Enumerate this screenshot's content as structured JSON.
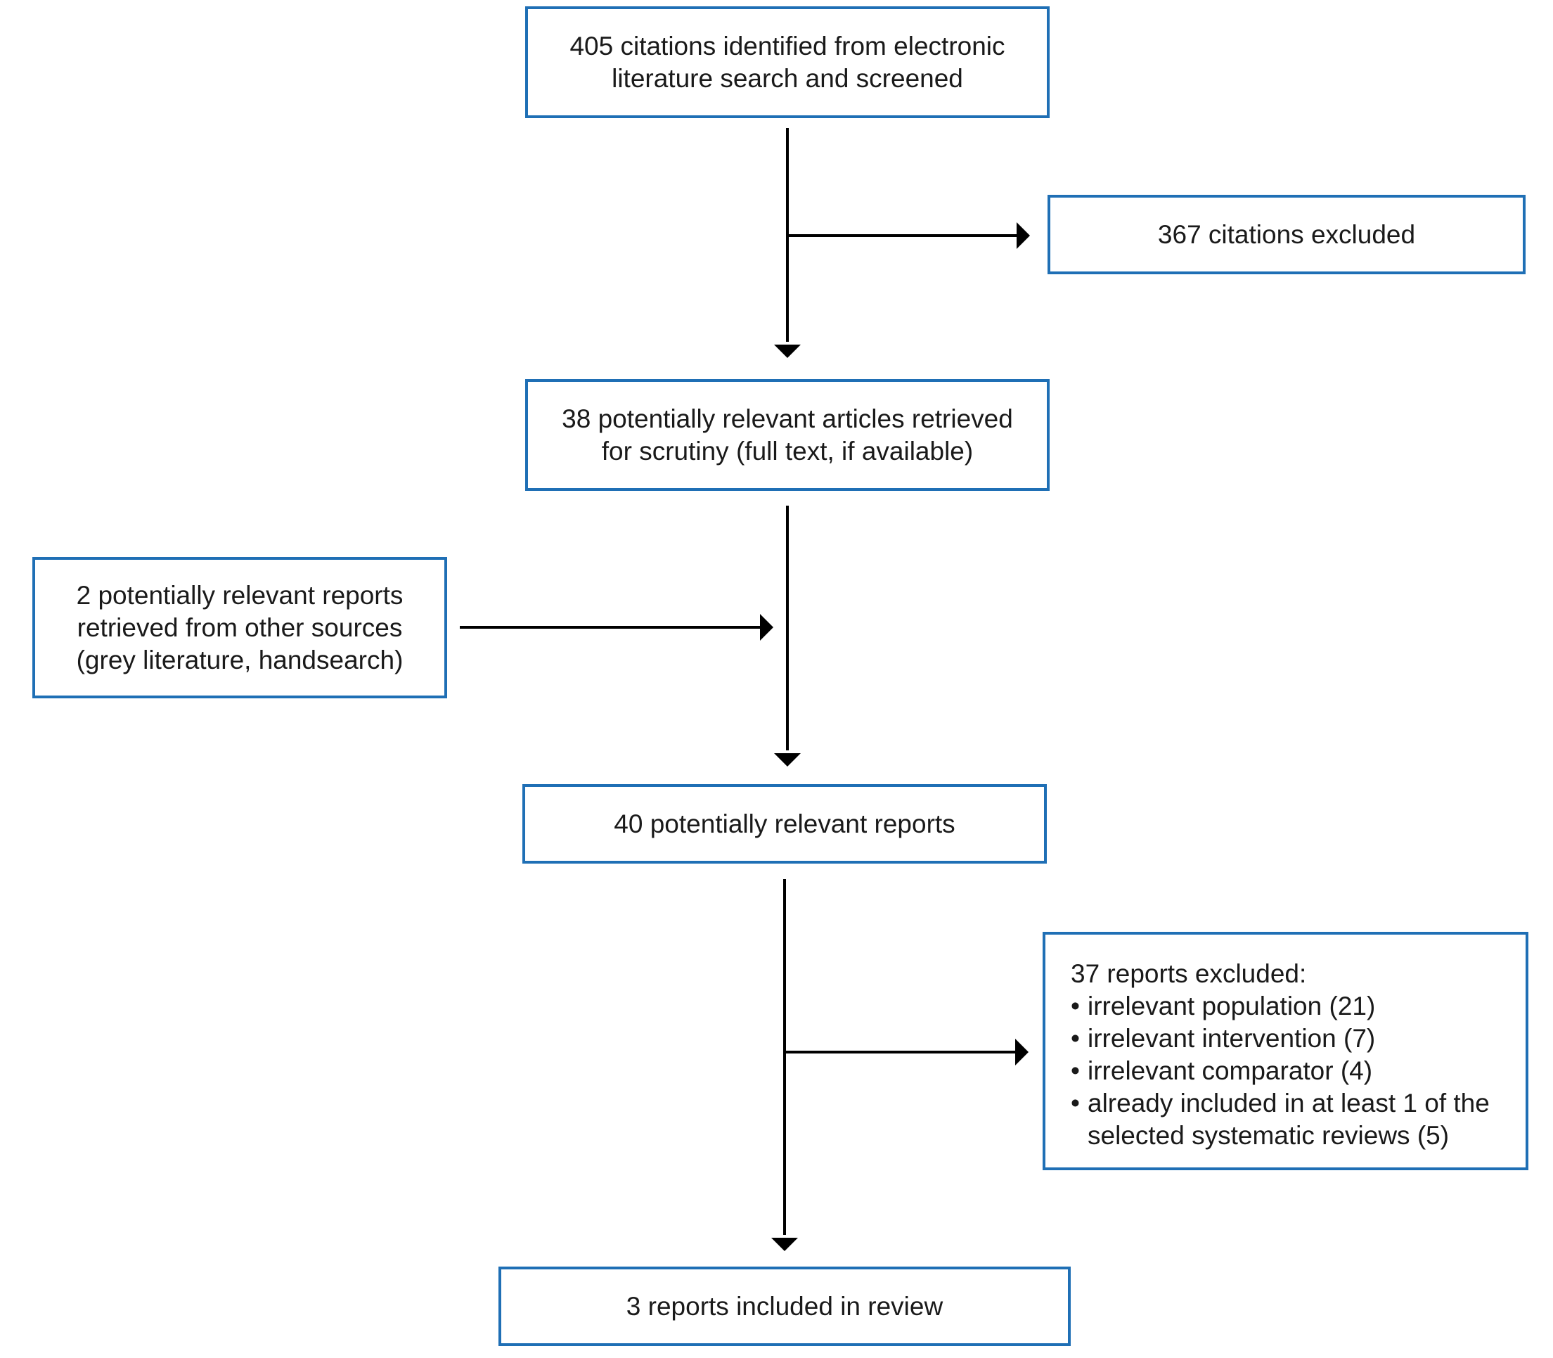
{
  "flowchart": {
    "identified": {
      "lines": [
        "405 citations identified from electronic",
        "literature search and screened"
      ]
    },
    "excluded_citations": {
      "text": "367 citations excluded"
    },
    "retrieved": {
      "lines": [
        "38 potentially relevant articles retrieved",
        "for scrutiny (full text, if available)"
      ]
    },
    "other_sources": {
      "lines": [
        "2 potentially relevant reports",
        "retrieved from other sources",
        "(grey literature, handsearch)"
      ]
    },
    "potentially_relevant": {
      "text": "40 potentially relevant reports"
    },
    "excluded_reports": {
      "heading": "37 reports excluded:",
      "bullet": "•",
      "reasons": [
        [
          "irrelevant population (21)"
        ],
        [
          "irrelevant intervention (7)"
        ],
        [
          "irrelevant comparator (4)"
        ],
        [
          "already included in at least 1 of the",
          "selected systematic reviews (5)"
        ]
      ]
    },
    "included": {
      "text": "3 reports included in review"
    }
  },
  "colors": {
    "box_border": "#1f6fb5",
    "arrow": "#000000",
    "text": "#1a1a1a"
  }
}
